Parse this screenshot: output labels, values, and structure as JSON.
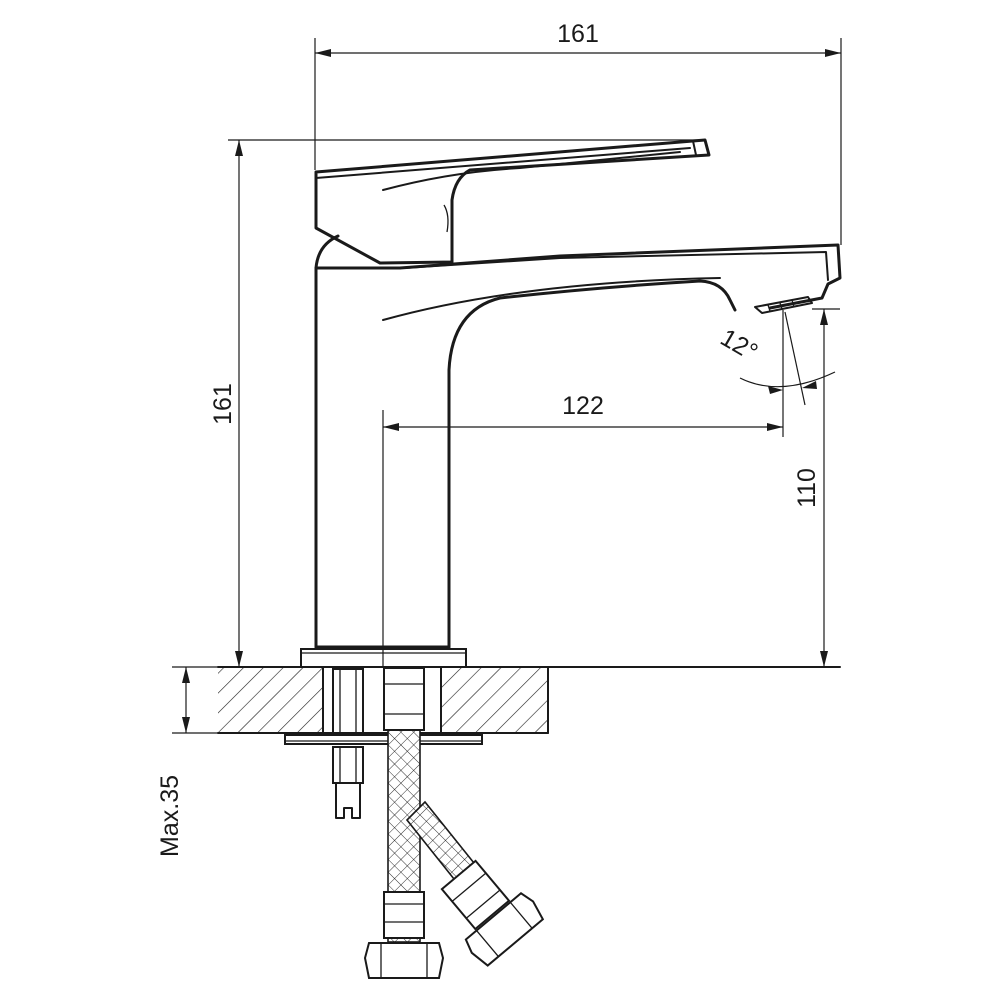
{
  "dimensions": {
    "overall_width": "161",
    "overall_height": "161",
    "spout_reach": "122",
    "spout_height": "110",
    "spray_angle": "12°",
    "max_countertop_thickness": "Max.35"
  }
}
